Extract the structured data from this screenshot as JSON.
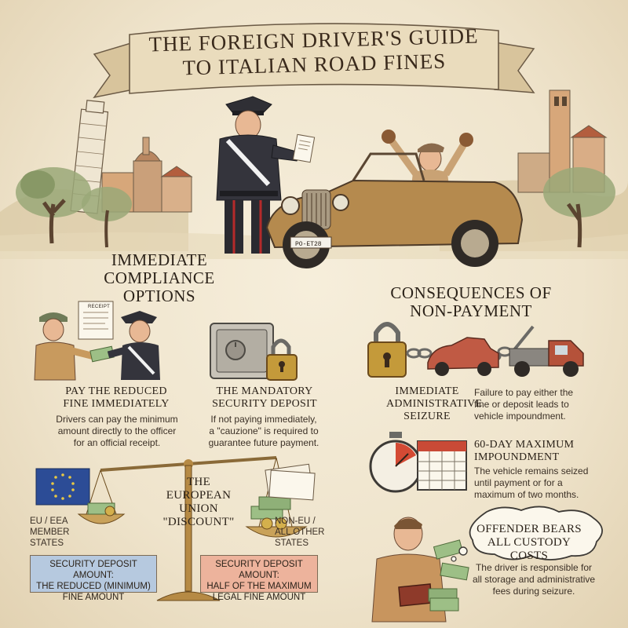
{
  "title": "THE FOREIGN DRIVER'S GUIDE\nTO ITALIAN ROAD FINES",
  "illustration": {
    "plate": "PO-ET28",
    "receipt_label": "RECEIPT"
  },
  "immediate": {
    "heading": "IMMEDIATE\nCOMPLIANCE\nOPTIONS",
    "pay": {
      "title": "PAY THE REDUCED\nFINE IMMEDIATELY",
      "body": "Drivers can pay the minimum\namount directly to the officer\nfor an official receipt."
    },
    "deposit": {
      "title": "THE MANDATORY\nSECURITY DEPOSIT",
      "body": "If not paying immediately,\na \"cauzione\" is required to\nguarantee future payment."
    }
  },
  "eu_discount": {
    "title": "THE\nEUROPEAN\nUNION\n\"DISCOUNT\"",
    "eu_label": "EU / EEA\nMEMBER\nSTATES",
    "noneu_label": "NON-EU /\nALL OTHER\nSTATES",
    "eu_box": "SECURITY DEPOSIT AMOUNT:\nTHE REDUCED (MINIMUM)\nFINE AMOUNT",
    "noneu_box": "SECURITY DEPOSIT AMOUNT:\nHALF OF THE MAXIMUM\nLEGAL FINE AMOUNT"
  },
  "consequences": {
    "heading": "CONSEQUENCES OF\nNON-PAYMENT",
    "seizure": {
      "title": "IMMEDIATE\nADMINISTRATIVE\nSEIZURE",
      "body": "Failure to pay either the\nfine or deposit leads to\nvehicle impoundment."
    },
    "impound": {
      "title": "60-DAY MAXIMUM\nIMPOUNDMENT",
      "body": "The vehicle remains seized\nuntil payment or for a\nmaximum of two months."
    },
    "custody": {
      "title": "OFFENDER BEARS\nALL CUSTODY COSTS",
      "body": "The driver is responsible for\nall storage and administrative\nfees during seizure."
    }
  },
  "colors": {
    "parchment": "#efe4cc",
    "ink": "#2b2219",
    "eu_blue": "#b6c9df",
    "noneu_red": "#edb39c",
    "car_tan": "#b58a4e",
    "tow_red": "#b5523a"
  }
}
